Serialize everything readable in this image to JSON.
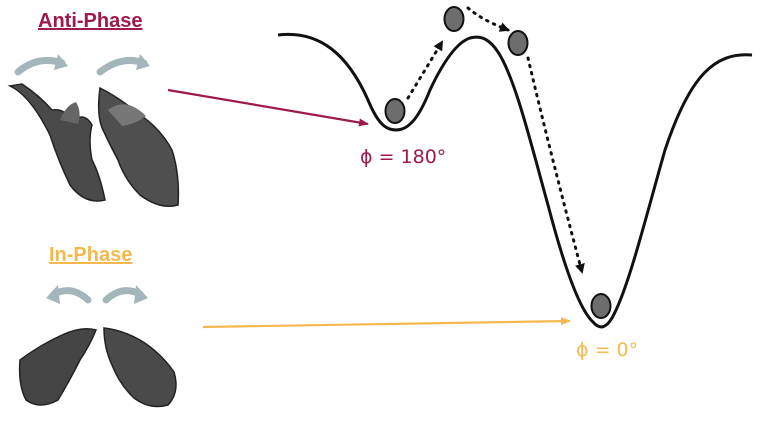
{
  "anti_phase": {
    "title": "Anti-Phase",
    "state_label": "ϕ = 180°",
    "color": "#9e1a4d",
    "hands_icon": "hands-fingers-anti-phase"
  },
  "in_phase": {
    "title": "In-Phase",
    "state_label": "ϕ = 0°",
    "color": "#f5b84e",
    "hands_icon": "hands-fingers-in-phase"
  },
  "colors": {
    "curve": "#111111",
    "ball": "#6d6d6d",
    "rotation_arrow": "#9fb3b8"
  }
}
